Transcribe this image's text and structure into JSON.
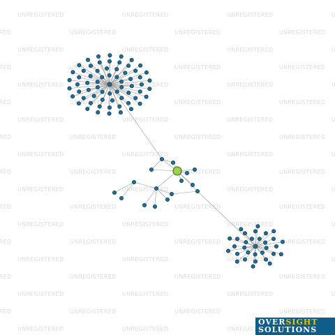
{
  "watermark": "UNREGISTERED",
  "logo": {
    "word1": "OVER",
    "word2": "SIGHT",
    "word3": "SOLUTIONS"
  },
  "colors": {
    "node": "#1d6f9e",
    "focus_node": "#9bd14b",
    "edge": "#9a9a9a",
    "logo_bg": "#0f5e8a",
    "logo_accent": "#f2c200"
  }
}
